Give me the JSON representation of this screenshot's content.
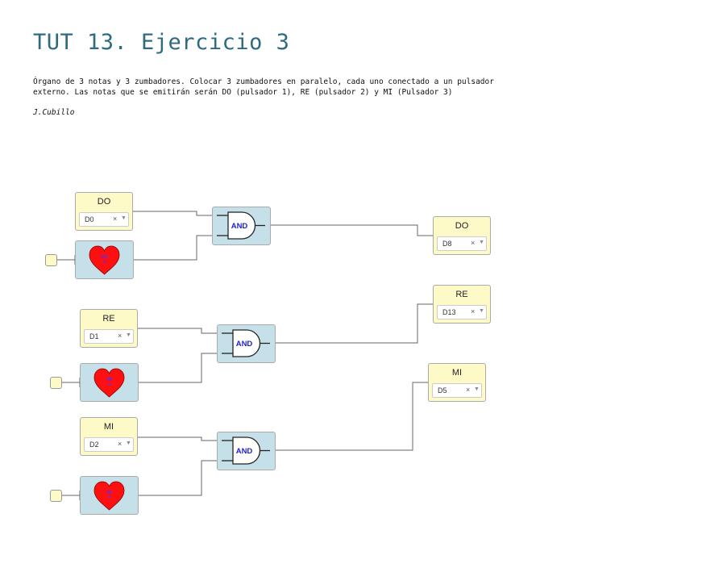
{
  "page": {
    "title": "TUT 13. Ejercicio 3",
    "description_line1": "Órgano de 3 notas y 3 zumbadores. Colocar 3 zumbadores en paralelo, cada uno conectado a un pulsador",
    "description_line2": "externo. Las notas que se emitirán serán DO (pulsador 1), RE (pulsador 2) y MI (Pulsador 3)",
    "author": "J.Cubillo"
  },
  "blocks": {
    "input_do": {
      "label": "DO",
      "pin": "D0"
    },
    "input_re": {
      "label": "RE",
      "pin": "D1"
    },
    "input_mi": {
      "label": "MI",
      "pin": "D2"
    },
    "and_1": {
      "label": "AND"
    },
    "and_2": {
      "label": "AND"
    },
    "and_3": {
      "label": "AND"
    },
    "output_do": {
      "label": "DO",
      "pin": "D8"
    },
    "output_re": {
      "label": "RE",
      "pin": "D13"
    },
    "output_mi": {
      "label": "MI",
      "pin": "D5"
    },
    "button_1": {
      "label_line1": "DO",
      "label_line2": "4"
    },
    "button_2": {
      "label_line1": "RE",
      "label_line2": "4"
    },
    "button_3": {
      "label_line1": "MI",
      "label_line2": "4"
    }
  },
  "glyphs": {
    "clear": "×",
    "dropdown": "▼"
  },
  "colors": {
    "pin_block": "#fdfac8",
    "logic_block": "#c6e0ea",
    "heart": "#ff1010",
    "gate_text": "#1f1fd0",
    "heart_text": "#6b2bd6",
    "wire": "#666666"
  }
}
